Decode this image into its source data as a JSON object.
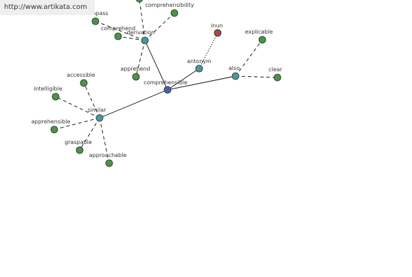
{
  "header": {
    "url": "http://www.artikata.com"
  },
  "colors": {
    "center": "#4b5fae",
    "category": "#4f94a0",
    "leaf": "#4f8f4f",
    "antonym_leaf": "#a84848",
    "edge": "#000000"
  },
  "graph": {
    "nodes": [
      {
        "id": "comprehensible",
        "label": "comprehensible",
        "kind": "center"
      },
      {
        "id": "derivation",
        "label": "derivation",
        "kind": "category"
      },
      {
        "id": "antonym",
        "label": "antonym",
        "kind": "category"
      },
      {
        "id": "also",
        "label": "also",
        "kind": "category"
      },
      {
        "id": "similar",
        "label": "similar",
        "kind": "category"
      },
      {
        "id": "top",
        "label": "",
        "kind": "leaf"
      },
      {
        "id": "comprehensibility",
        "label": "comprehensibility",
        "kind": "leaf"
      },
      {
        "id": "compass",
        "label": "compass",
        "kind": "leaf"
      },
      {
        "id": "comprehend",
        "label": "comprehend",
        "kind": "leaf"
      },
      {
        "id": "apprehend",
        "label": "apprehend",
        "kind": "leaf"
      },
      {
        "id": "inun",
        "label": "inun",
        "kind": "antonym_leaf"
      },
      {
        "id": "explicable",
        "label": "explicable",
        "kind": "leaf"
      },
      {
        "id": "clear",
        "label": "clear",
        "kind": "leaf"
      },
      {
        "id": "accessible",
        "label": "accessible",
        "kind": "leaf"
      },
      {
        "id": "intelligible",
        "label": "intelligible",
        "kind": "leaf"
      },
      {
        "id": "apprehensible",
        "label": "apprehensible",
        "kind": "leaf"
      },
      {
        "id": "graspable",
        "label": "graspable",
        "kind": "leaf"
      },
      {
        "id": "approachable",
        "label": "approachable",
        "kind": "leaf"
      }
    ],
    "edges": [
      {
        "from": "comprehensible",
        "to": "derivation",
        "style": "solid"
      },
      {
        "from": "comprehensible",
        "to": "antonym",
        "style": "solid"
      },
      {
        "from": "comprehensible",
        "to": "also",
        "style": "solid"
      },
      {
        "from": "comprehensible",
        "to": "similar",
        "style": "solid"
      },
      {
        "from": "derivation",
        "to": "top",
        "style": "dashed"
      },
      {
        "from": "derivation",
        "to": "comprehensibility",
        "style": "dashed"
      },
      {
        "from": "derivation",
        "to": "compass",
        "style": "dashed"
      },
      {
        "from": "derivation",
        "to": "comprehend",
        "style": "dashed"
      },
      {
        "from": "derivation",
        "to": "apprehend",
        "style": "dashed"
      },
      {
        "from": "antonym",
        "to": "inun",
        "style": "dotted"
      },
      {
        "from": "also",
        "to": "explicable",
        "style": "dashed"
      },
      {
        "from": "also",
        "to": "clear",
        "style": "dashed"
      },
      {
        "from": "similar",
        "to": "accessible",
        "style": "dashed"
      },
      {
        "from": "similar",
        "to": "intelligible",
        "style": "dashed"
      },
      {
        "from": "similar",
        "to": "apprehensible",
        "style": "dashed"
      },
      {
        "from": "similar",
        "to": "graspable",
        "style": "dashed"
      },
      {
        "from": "similar",
        "to": "approachable",
        "style": "dashed"
      }
    ]
  }
}
